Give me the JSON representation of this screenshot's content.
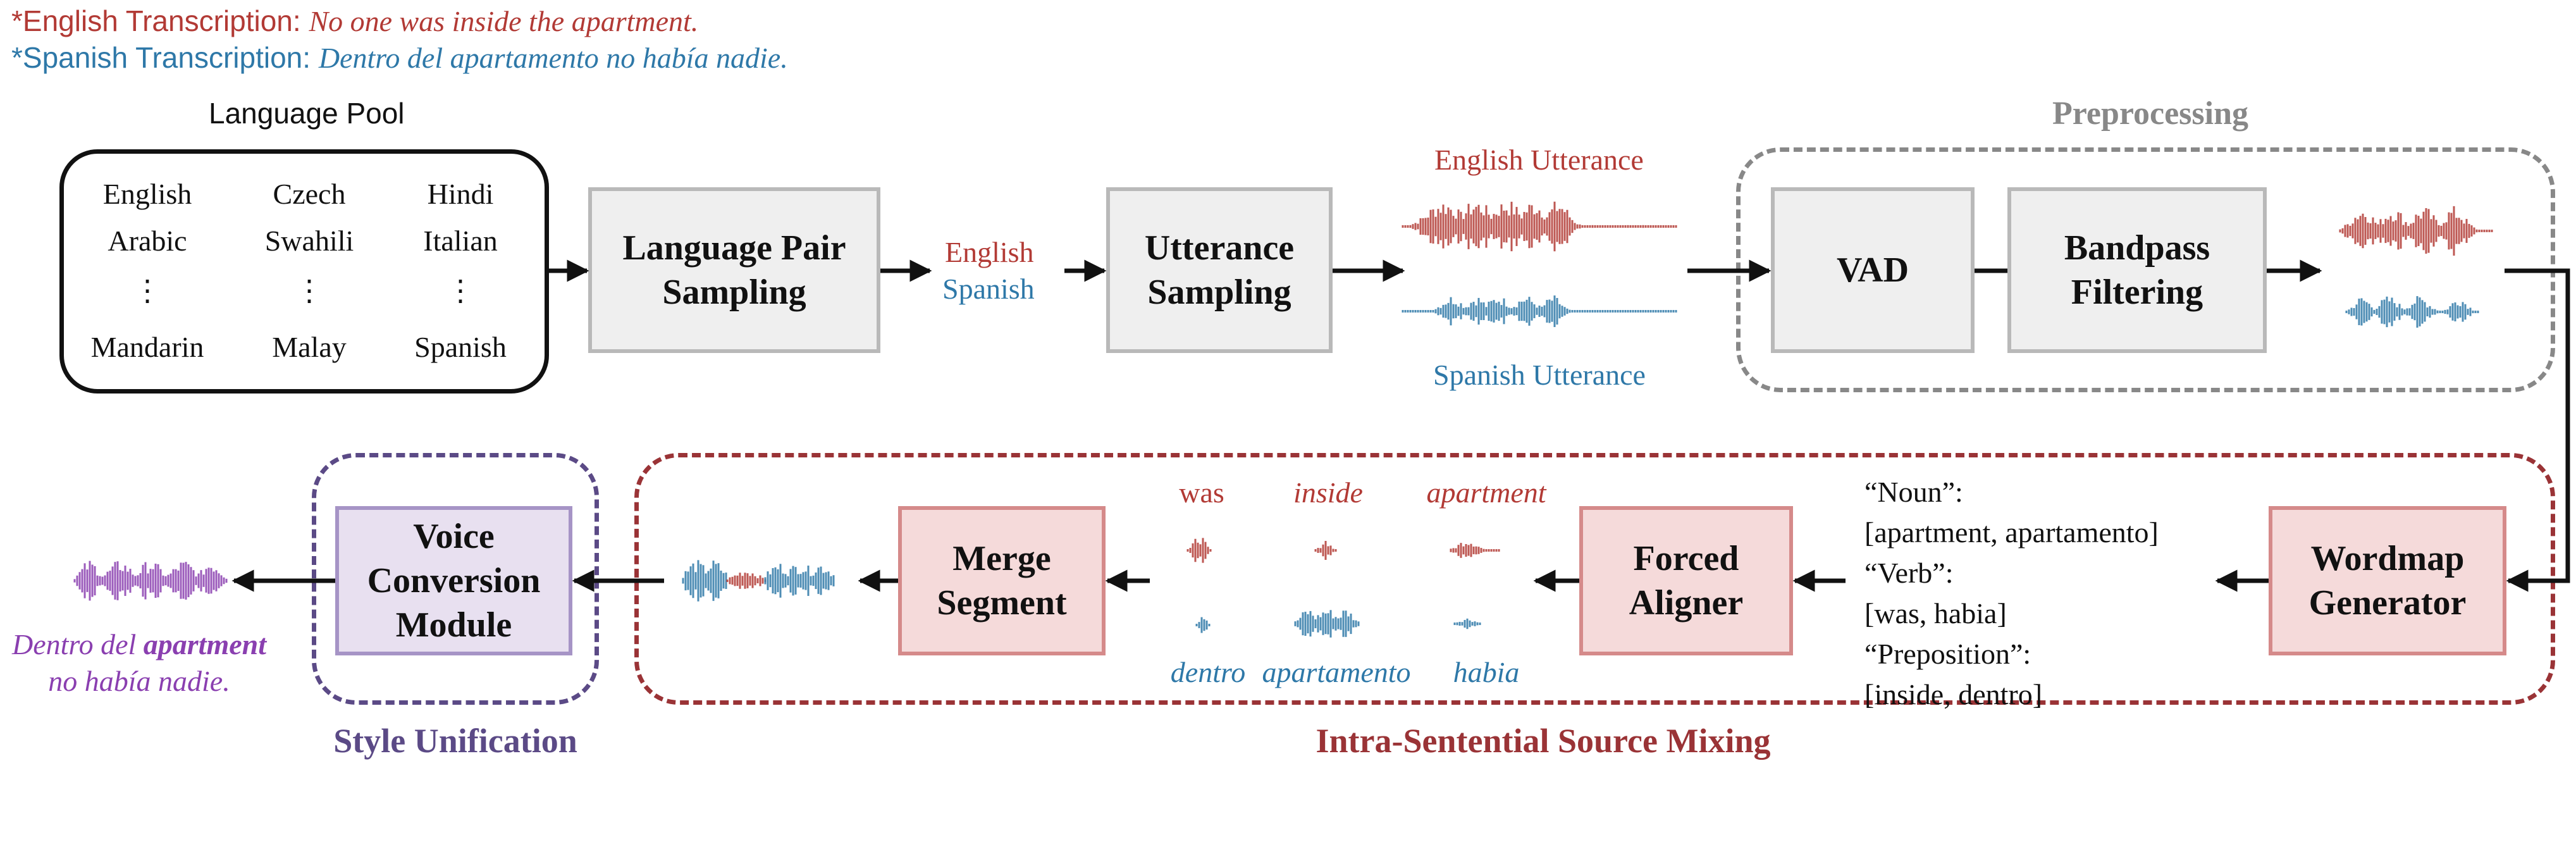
{
  "transcriptions": {
    "english_prefix": "*English Transcription: ",
    "english_text": "No one was inside the apartment.",
    "spanish_prefix": "*Spanish Transcription: ",
    "spanish_text": "Dentro del apartamento no había nadie."
  },
  "language_pool": {
    "title": "Language Pool",
    "columns": [
      [
        "English",
        "Arabic",
        "⋮",
        "Mandarin"
      ],
      [
        "Czech",
        "Swahili",
        "⋮",
        "Malay"
      ],
      [
        "Hindi",
        "Italian",
        "⋮",
        "Spanish"
      ]
    ]
  },
  "nodes": {
    "language_pair_sampling": [
      "Language Pair",
      "Sampling"
    ],
    "utterance_sampling": [
      "Utterance",
      "Sampling"
    ],
    "vad": "VAD",
    "bandpass_filtering": [
      "Bandpass",
      "Filtering"
    ],
    "wordmap_generator": [
      "Wordmap",
      "Generator"
    ],
    "forced_aligner": [
      "Forced",
      "Aligner"
    ],
    "merge_segment": [
      "Merge",
      "Segment"
    ],
    "voice_conversion_module": [
      "Voice",
      "Conversion",
      "Module"
    ]
  },
  "pair_labels": {
    "english": "English",
    "spanish": "Spanish"
  },
  "utterance_labels": {
    "english": "English Utterance",
    "spanish": "Spanish Utterance"
  },
  "groups": {
    "preprocessing": "Preprocessing",
    "intra_sentential": "Intra-Sentential Source Mixing",
    "style_unification": "Style Unification"
  },
  "wordmap": [
    "“Noun”:",
    "[apartment, apartamento]",
    "“Verb”:",
    "[was, habia]",
    "“Preposition”:",
    "[inside, dentro]"
  ],
  "aligned_words": {
    "english": [
      "was",
      "inside",
      "apartment"
    ],
    "spanish": [
      "dentro",
      "apartamento",
      "habia"
    ]
  },
  "output_text": {
    "line1_pre": "Dentro del ",
    "line1_bold": "apartment",
    "line2": "no había nadie."
  },
  "colors": {
    "english": "#b23a35",
    "spanish": "#2e78a8",
    "mixed": "#8a3fb0",
    "preprocessing_border": "#888888",
    "mixing_border": "#9a3336",
    "style_border": "#5b4a86"
  }
}
